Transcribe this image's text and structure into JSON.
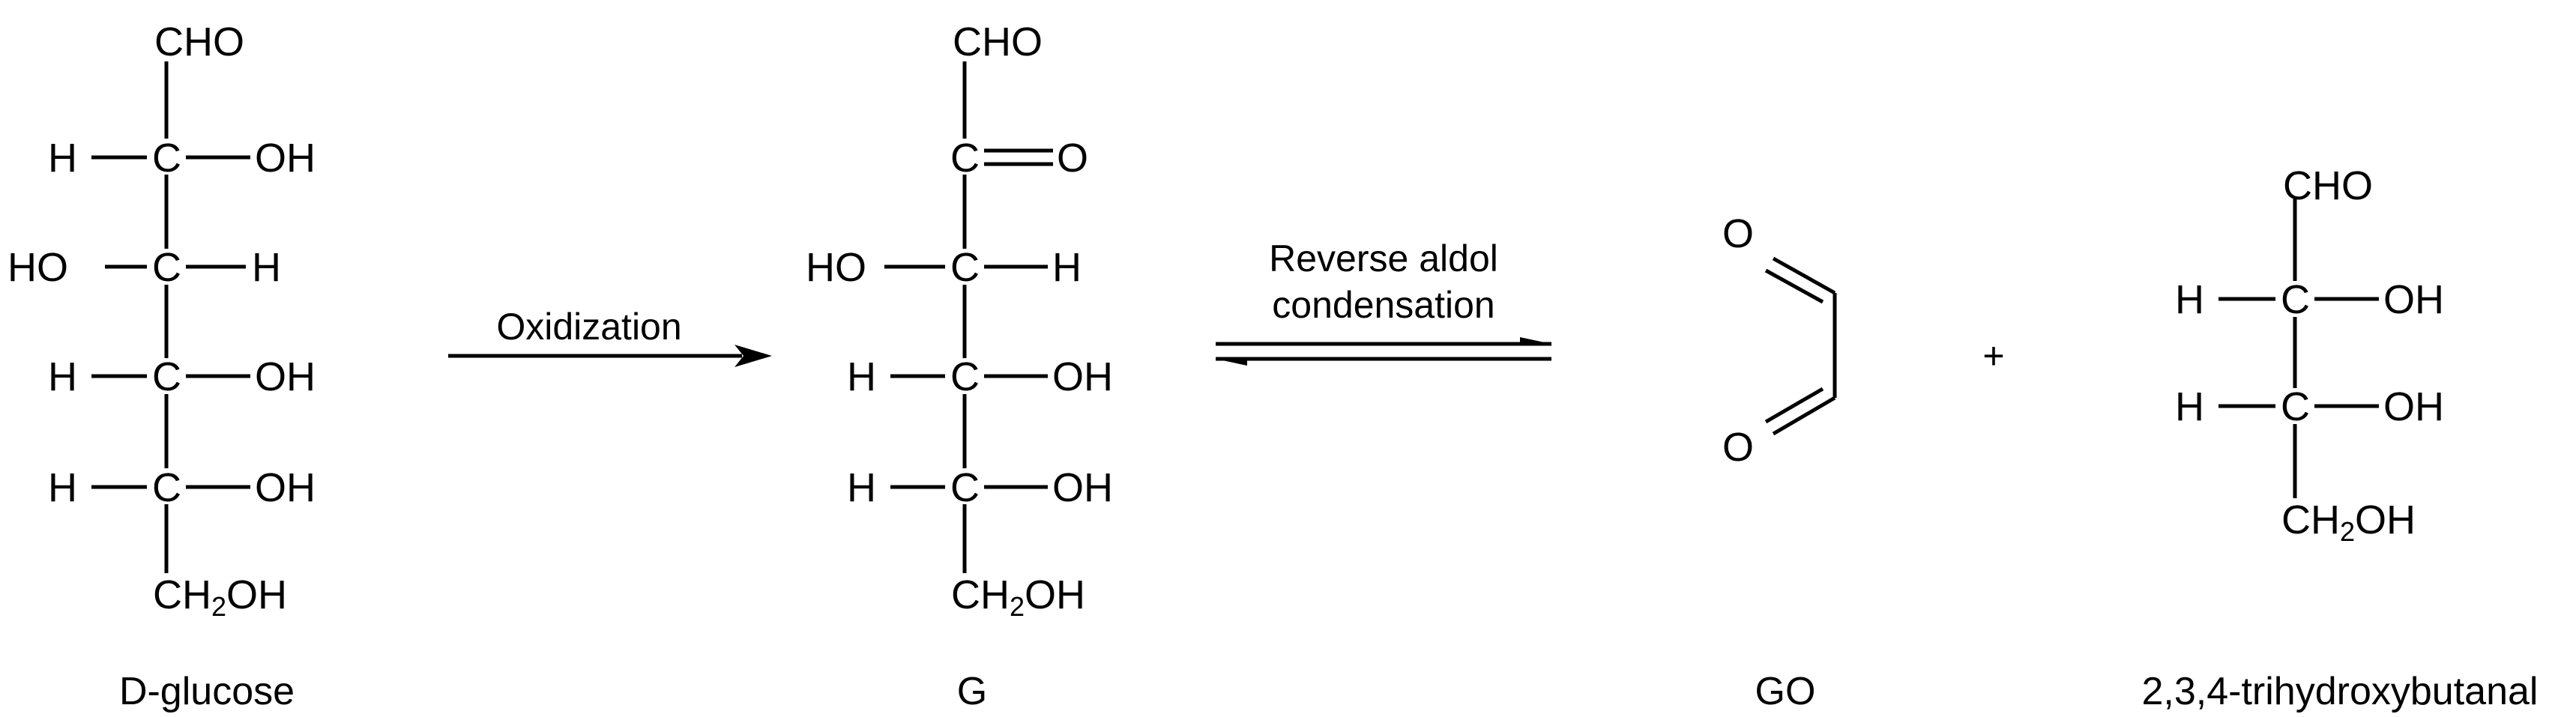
{
  "reaction": {
    "step1_label": "Oxidization",
    "step2_label_line1": "Reverse aldol",
    "step2_label_line2": "condensation",
    "plus": "+"
  },
  "atoms": {
    "CHO": "CHO",
    "C": "C",
    "H": "H",
    "OH": "OH",
    "HO": "HO",
    "O": "O",
    "CH": "CH",
    "two": "2"
  },
  "compounds": [
    {
      "id": "d-glucose",
      "label": "D-glucose"
    },
    {
      "id": "g",
      "label": "G"
    },
    {
      "id": "go",
      "label": "GO"
    },
    {
      "id": "trihydroxybutanal",
      "label": "2,3,4-trihydroxybutanal"
    }
  ],
  "icons": {
    "forward_arrow": "forward-arrow-icon",
    "equilibrium_arrow": "equilibrium-arrows-icon"
  }
}
